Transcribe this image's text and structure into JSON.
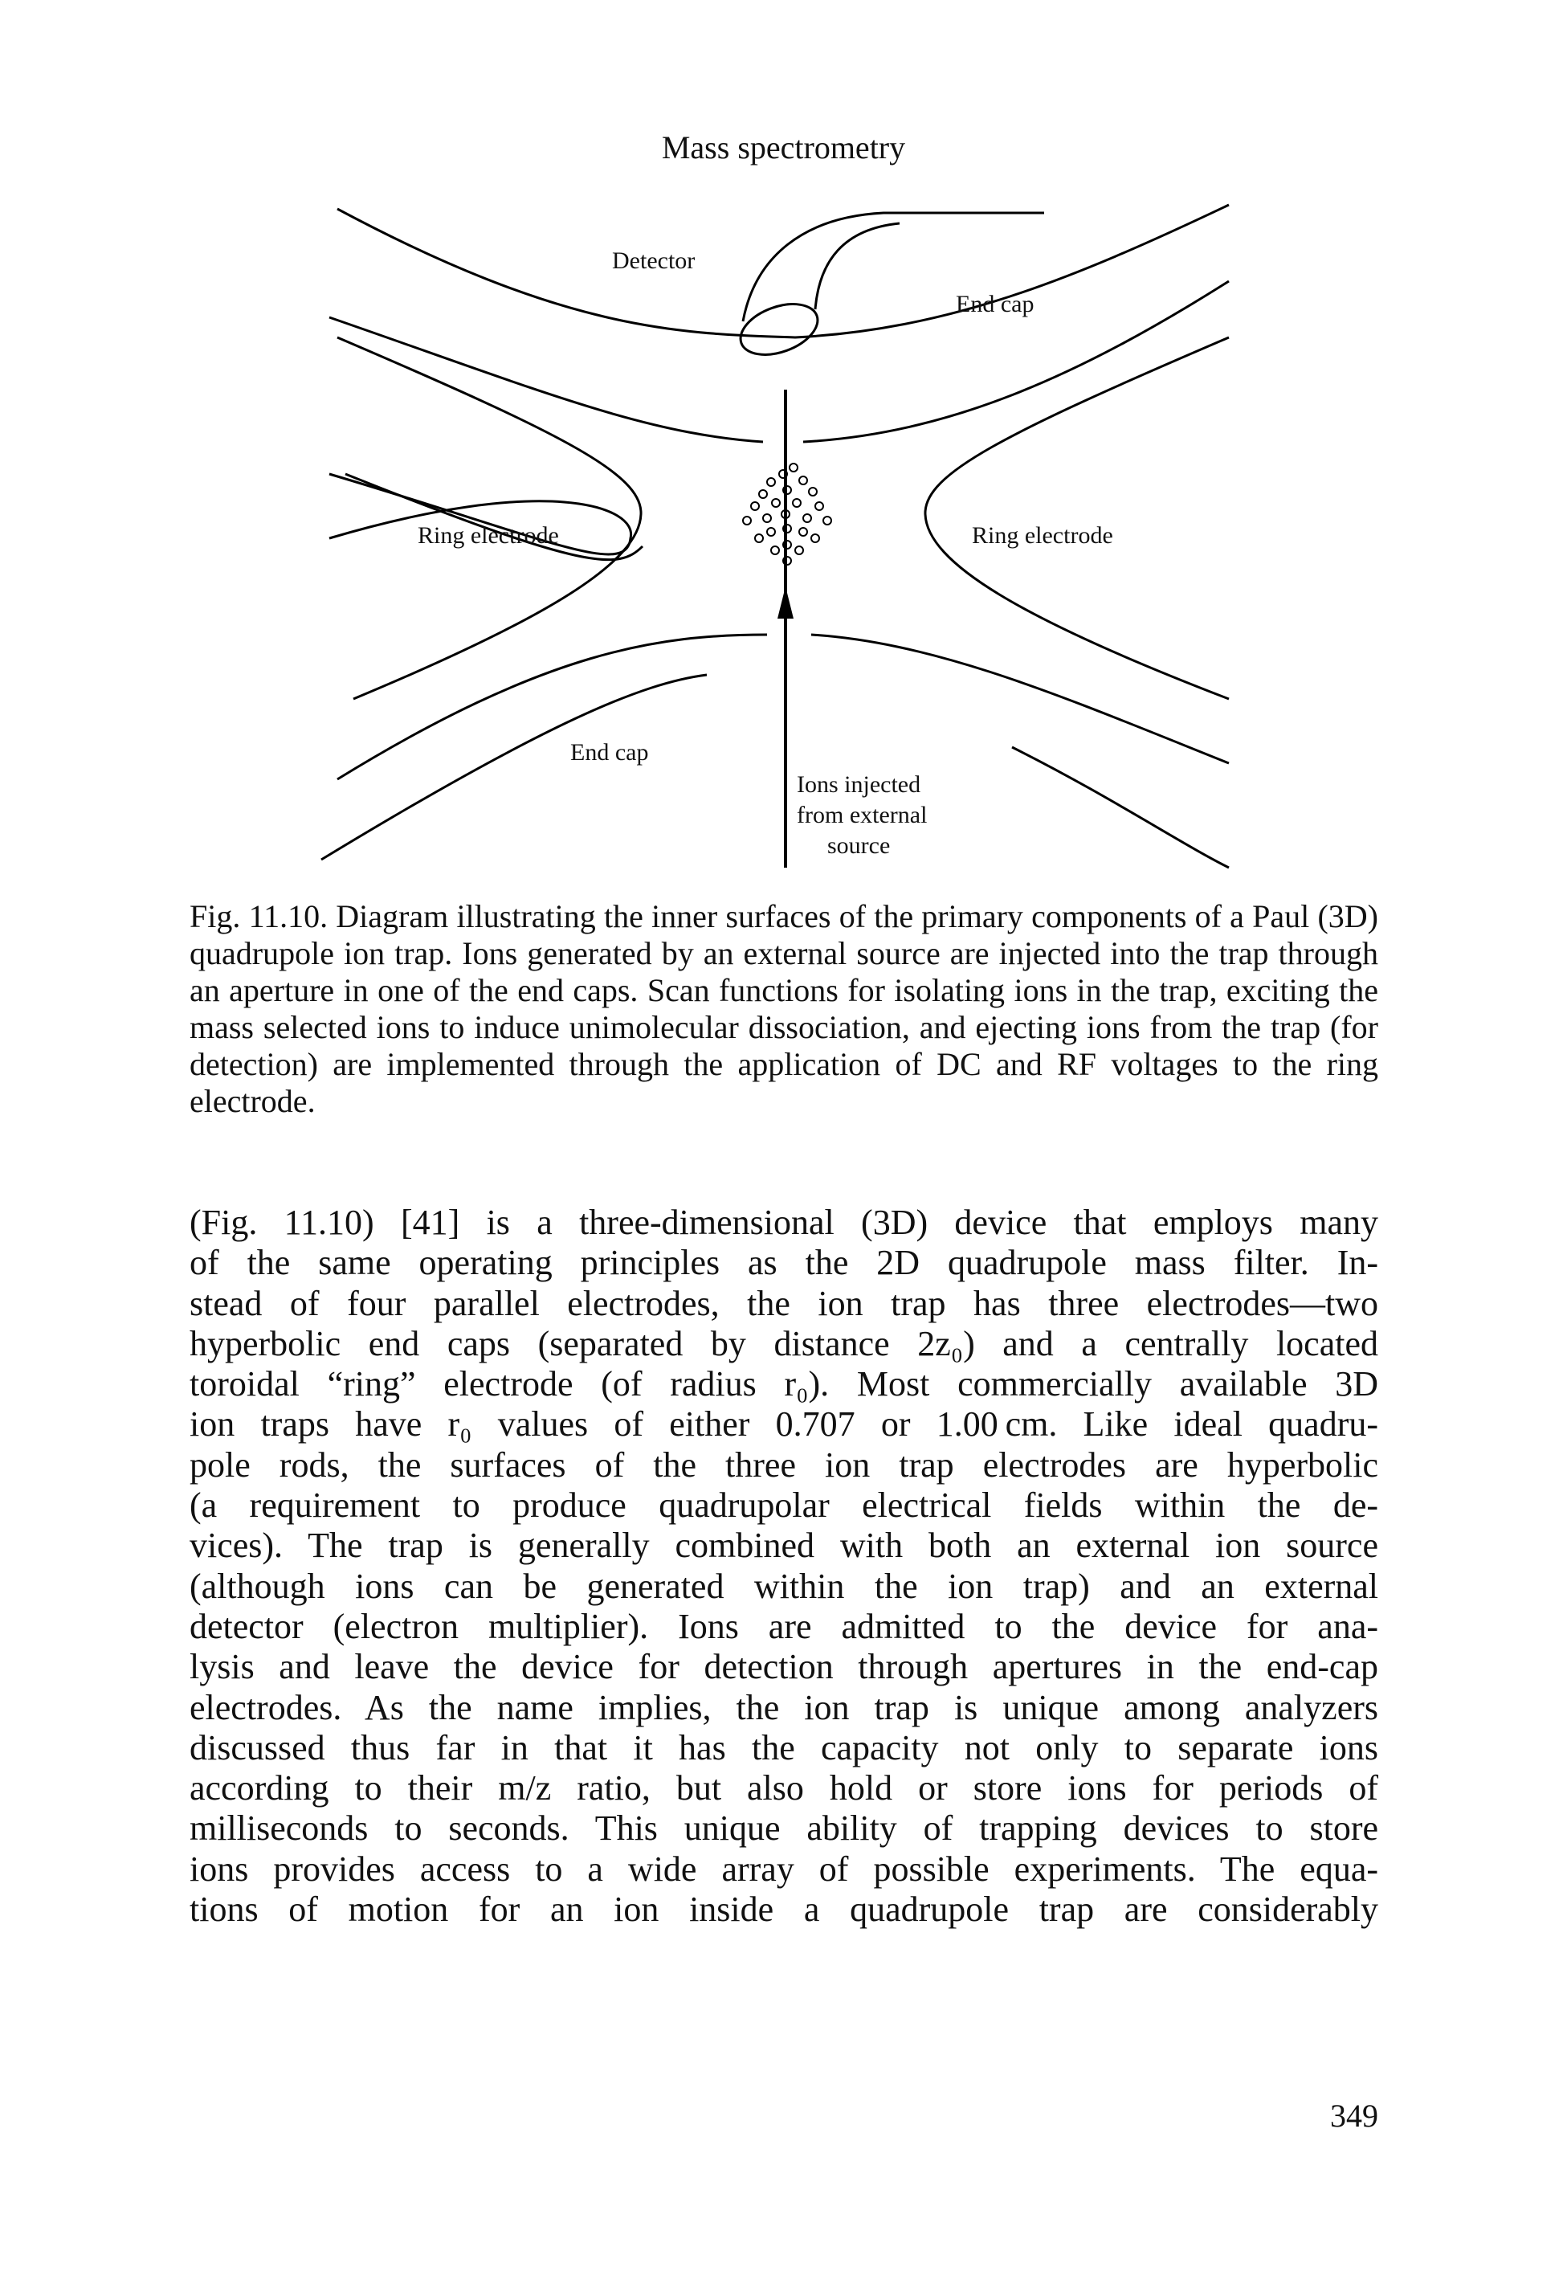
{
  "running_head": "Mass spectrometry",
  "figure": {
    "labels": {
      "detector": "Detector",
      "end_cap_top": "End cap",
      "ring_left": "Ring electrode",
      "ring_right": "Ring electrode",
      "end_cap_bottom": "End cap",
      "ions_line1": "Ions injected",
      "ions_line2": "from external",
      "ions_line3": "source"
    }
  },
  "caption": "Fig. 11.10. Diagram illustrating the inner surfaces of the primary components of a Paul (3D) quadrupole ion trap. Ions generated by an external source are injected into the trap through an aperture in one of the end caps. Scan functions for isolating ions in the trap, exciting the mass selected ions to induce unimolecular dissociation, and ejecting ions from the trap (for detection) are implemented through the application of DC and RF voltages to the ring electrode.",
  "body_lines": [
    "(Fig. 11.10) [41] is a three-dimensional (3D) device that employs many",
    "of the same operating principles as the 2D quadrupole mass filter. In-",
    "stead of four parallel electrodes, the ion trap has three electrodes—two",
    "hyperbolic end caps (separated by distance 2z₀) and a centrally located",
    "toroidal “ring” electrode (of radius r₀). Most commercially available 3D",
    "ion traps have r₀ values of either 0.707 or 1.00 cm. Like ideal quadru-",
    "pole rods, the surfaces of the three ion trap electrodes are hyperbolic",
    "(a requirement to produce quadrupolar electrical fields within the de-",
    "vices). The trap is generally combined with both an external ion source",
    "(although ions can be generated within the ion trap) and an external",
    "detector (electron multiplier). Ions are admitted to the device for ana-",
    "lysis and leave the device for detection through apertures in the end-cap",
    "electrodes. As the name implies, the ion trap is unique among analyzers",
    "discussed thus far in that it has the capacity not only to separate ions",
    "according to their m/z ratio, but also hold or store ions for periods of",
    "milliseconds to seconds. This unique ability of trapping devices to store",
    "ions provides access to a wide array of possible experiments. The equa-",
    "tions of motion for an ion inside a quadrupole trap are considerably"
  ],
  "page_number": "349"
}
